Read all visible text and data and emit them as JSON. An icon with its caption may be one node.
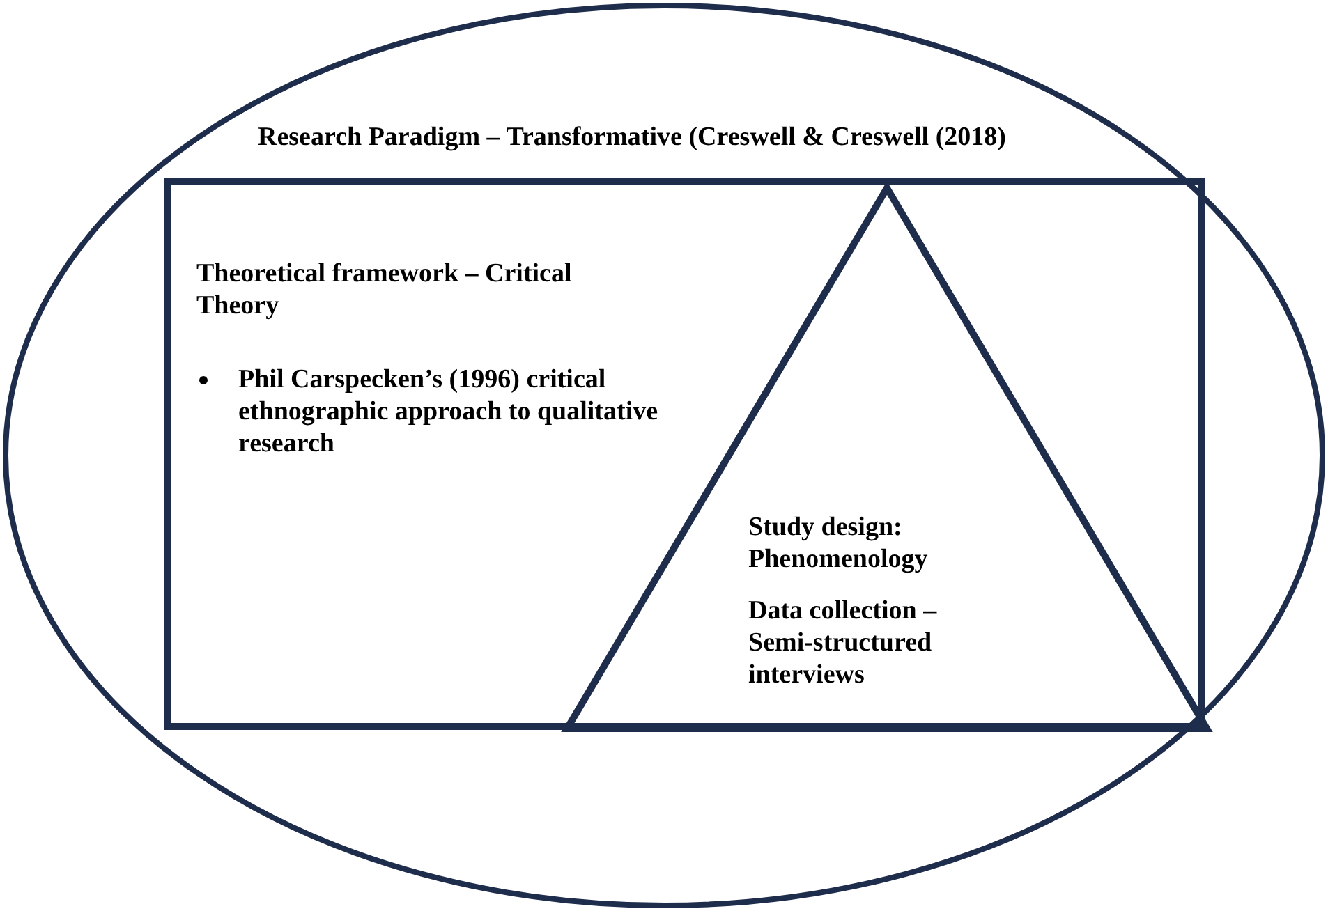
{
  "diagram": {
    "nodes": [
      {
        "text": [
          "Research Paradigm – Transformative (Creswell & Creswell (2018)"
        ]
      },
      {
        "text": [
          "Theoretical framework – Critical Theory",
          "Phil Carspecken’s (1996) critical ethnographic approach to qualitative research"
        ],
        "in": 0
      },
      {
        "text": [
          "Study design: Phenomenology",
          "Data collection – Semi-structured interviews"
        ],
        "in": 1
      }
    ]
  }
}
